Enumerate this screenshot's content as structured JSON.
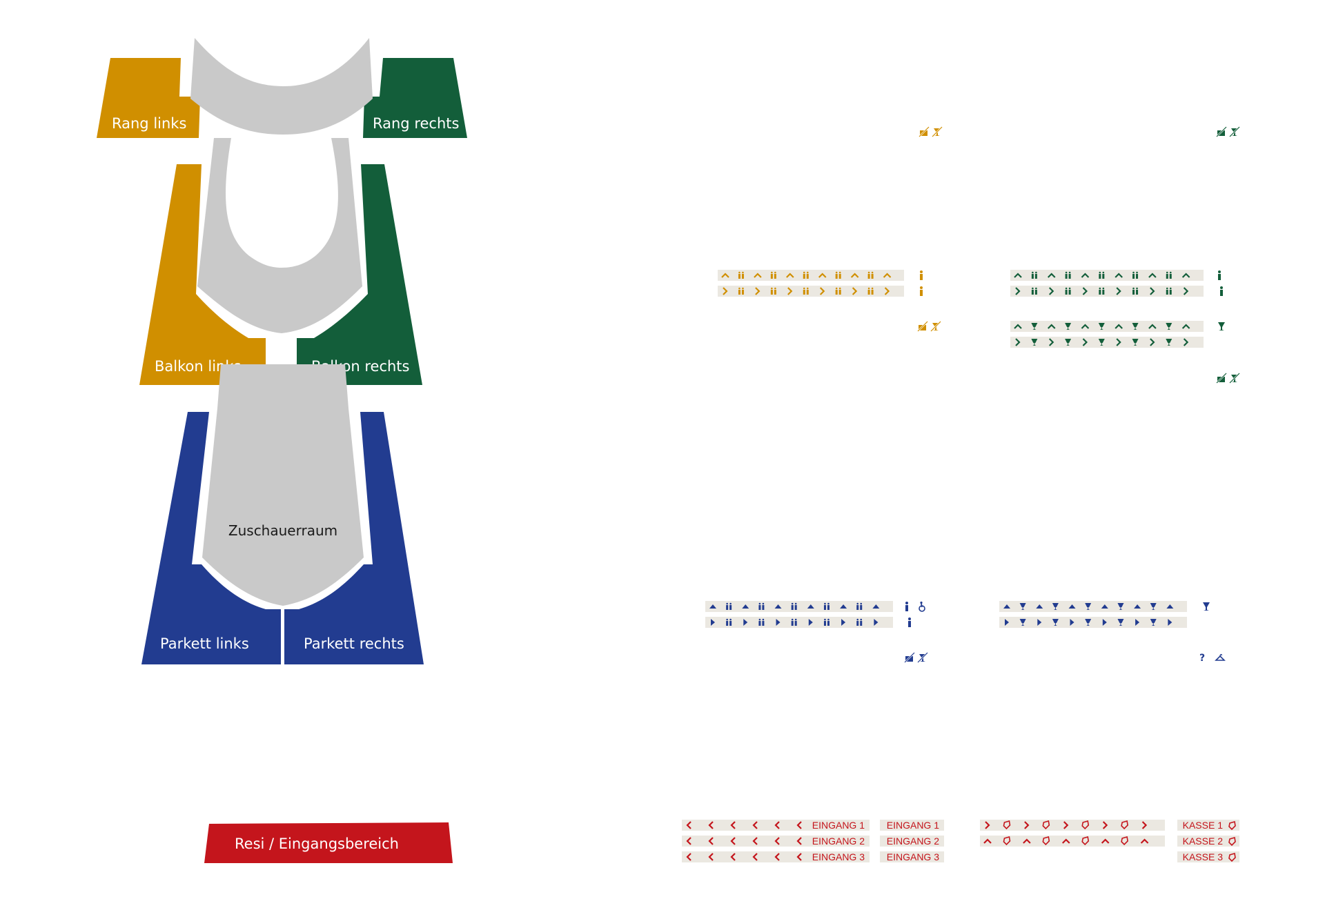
{
  "colors": {
    "rang_links": "#d08f00",
    "rang_rechts": "#135e3a",
    "balkon_links": "#d08f00",
    "balkon_rechts": "#135e3a",
    "parkett": "#223c90",
    "auditorium": "#c9c9c9",
    "entrance": "#c4151c",
    "strip_bg": "#ebe8e1"
  },
  "areas": {
    "rang_links": "Rang links",
    "rang_rechts": "Rang rechts",
    "balkon_links": "Balkon links",
    "balkon_rechts": "Balkon rechts",
    "zuschauerraum": "Zuschauerraum",
    "parkett_links": "Parkett links",
    "parkett_rechts": "Parkett rechts",
    "eingang": "Resi / Eingangsbereich"
  },
  "signs": {
    "rang_links": {
      "icons": [
        "no-photo-icon",
        "no-drinks-icon"
      ]
    },
    "rang_rechts": {
      "icons": [
        "no-photo-icon",
        "no-drinks-icon"
      ]
    },
    "balkon_links_wc": {
      "pattern": "arrow-up-wc",
      "side_icons": [
        "person-icon",
        "person-icon"
      ]
    },
    "balkon_links_rules": {
      "icons": [
        "no-photo-icon",
        "no-drinks-icon"
      ]
    },
    "balkon_rechts_wc": {
      "pattern": "arrow-up-wc",
      "side_icons": [
        "person-icon",
        "person-icon"
      ]
    },
    "balkon_rechts_bar": {
      "pattern": "arrow-up-glass",
      "side_icons": [
        "glass-icon"
      ]
    },
    "balkon_rechts_rules": {
      "icons": [
        "no-photo-icon",
        "no-drinks-icon"
      ]
    },
    "parkett_links_wc": {
      "pattern": "arrow-up-wc",
      "side_icons": [
        "person-icon",
        "wheelchair-icon",
        "person-icon"
      ]
    },
    "parkett_links_rules": {
      "icons": [
        "no-photo-icon",
        "no-drinks-icon"
      ]
    },
    "parkett_rechts_bar": {
      "pattern": "arrow-up-glass",
      "side_icons": [
        "glass-icon"
      ]
    },
    "parkett_rechts_info": {
      "icons": [
        "info-icon",
        "cloakroom-icon"
      ]
    }
  },
  "entrance_signs": {
    "eingang": [
      "EINGANG 1",
      "EINGANG 2",
      "EINGANG 3"
    ],
    "eingang_plain": [
      "EINGANG 1",
      "EINGANG 2",
      "EINGANG 3"
    ],
    "kasse": [
      "KASSE 1",
      "KASSE 2",
      "KASSE 3"
    ]
  }
}
